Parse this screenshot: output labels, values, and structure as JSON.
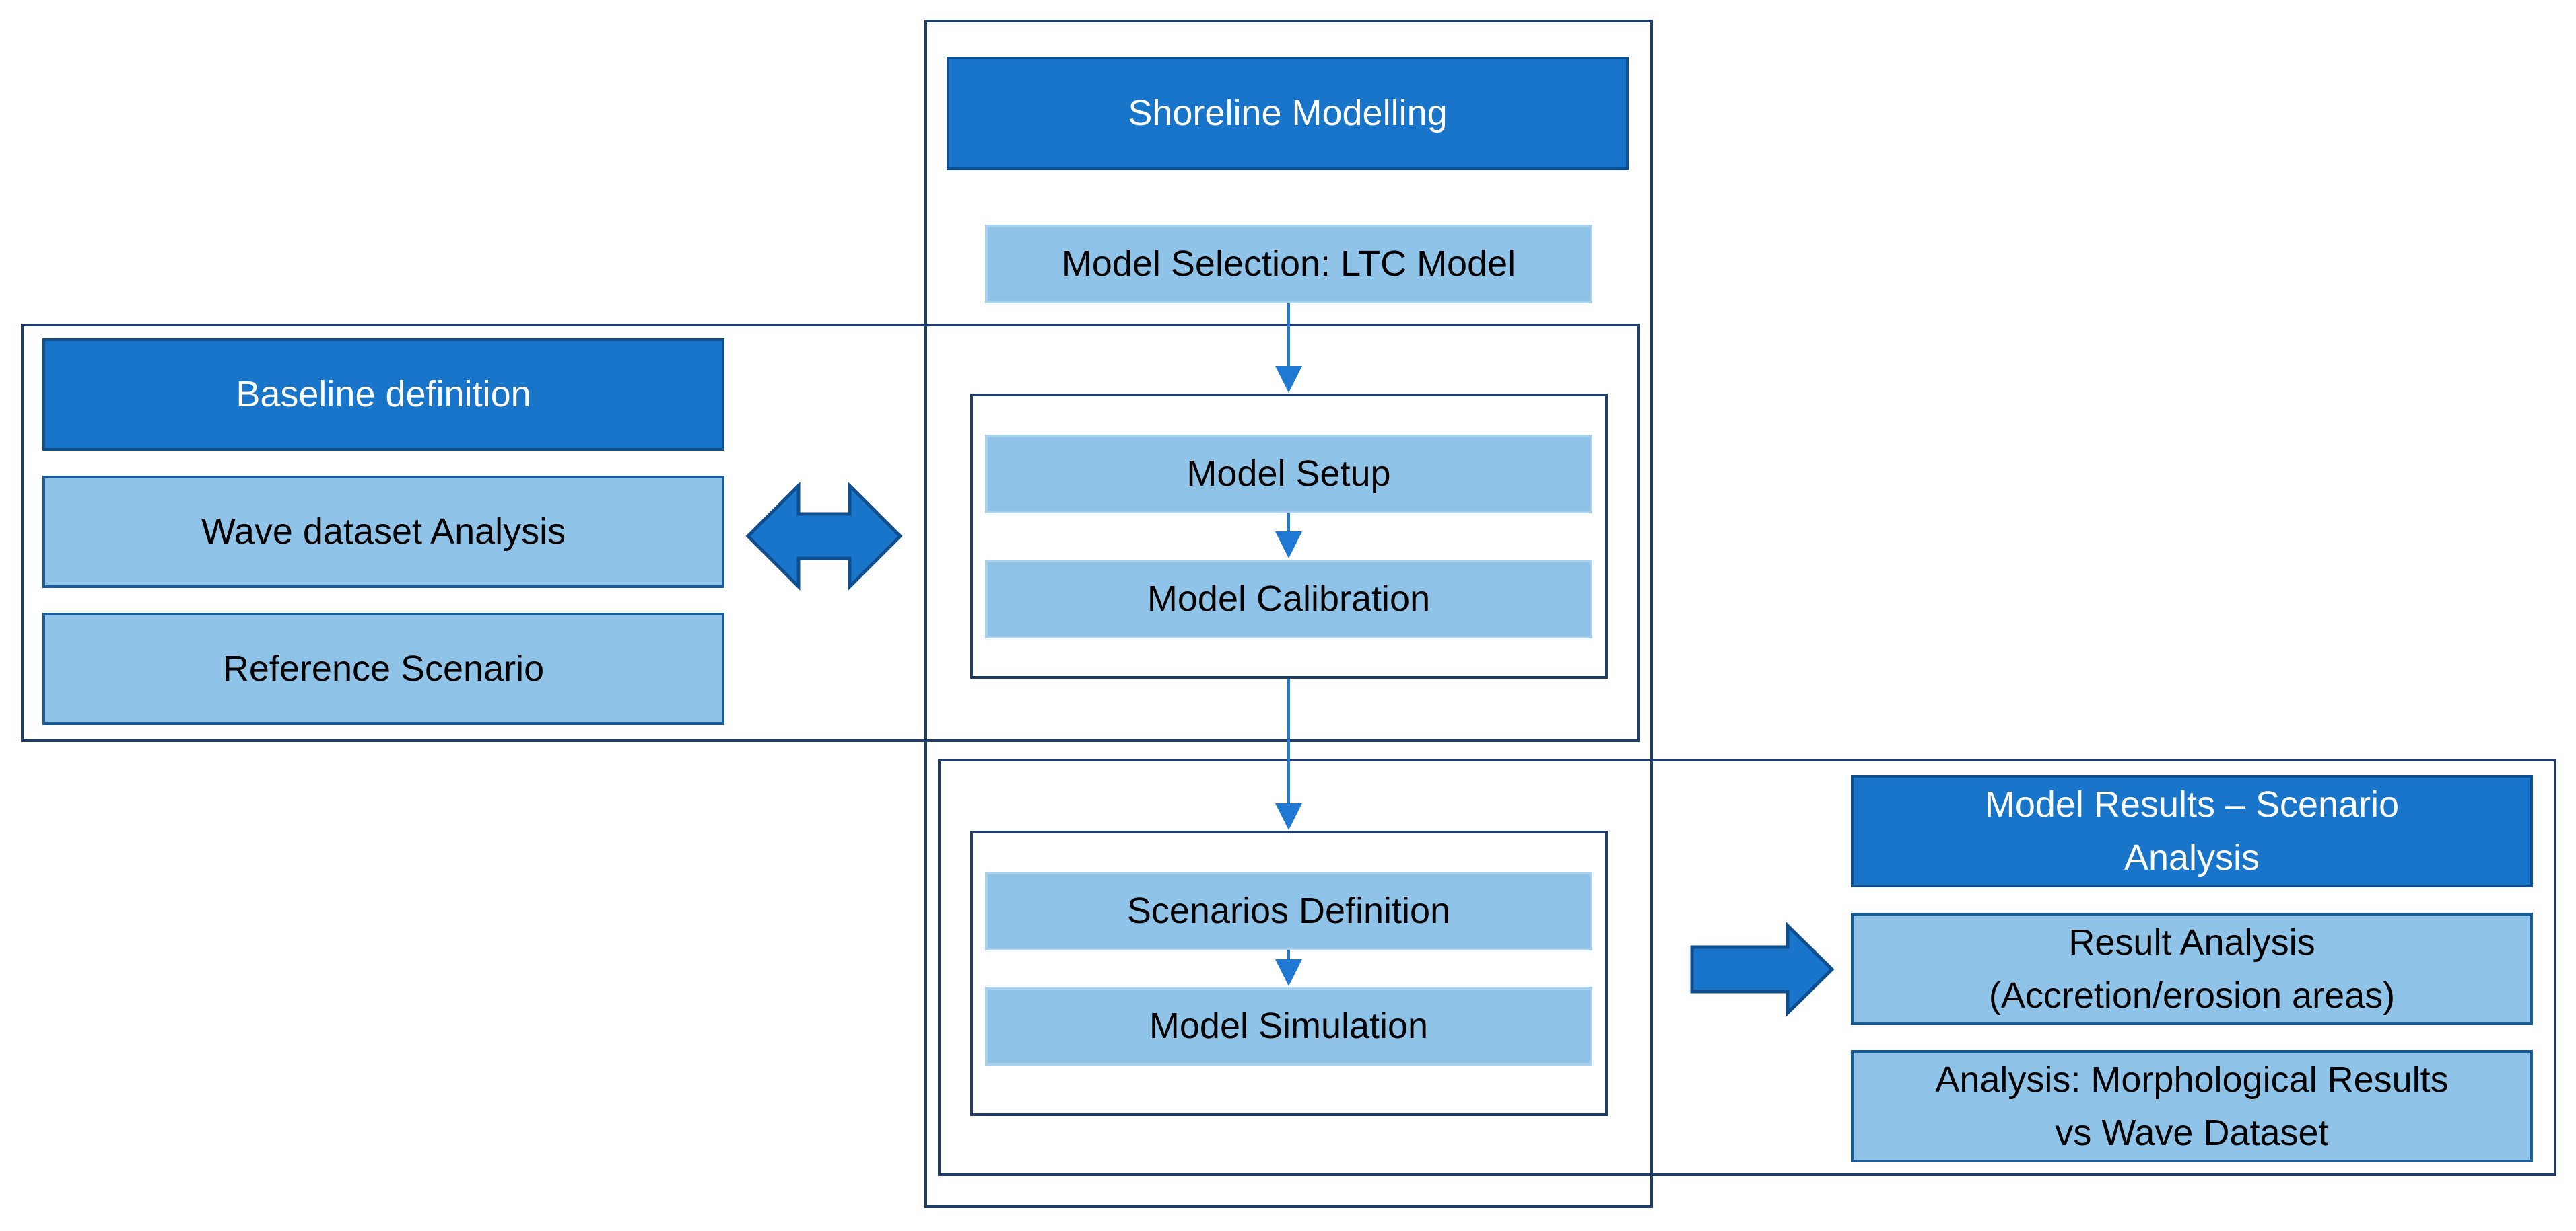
{
  "diagram": {
    "shoreline": {
      "title": "Shoreline Modelling",
      "model_selection": "Model Selection: LTC Model",
      "model_setup": "Model Setup",
      "model_calibration": "Model Calibration",
      "scenarios_definition": "Scenarios Definition",
      "model_simulation": "Model Simulation"
    },
    "baseline": {
      "title": "Baseline definition",
      "wave_dataset_analysis": "Wave dataset Analysis",
      "reference_scenario": "Reference Scenario"
    },
    "results": {
      "title": "Model Results – Scenario\nAnalysis",
      "result_analysis": "Result Analysis\n(Accretion/erosion areas)",
      "morphological": "Analysis: Morphological Results\nvs Wave Dataset"
    }
  },
  "colors": {
    "dark_fill": "#1875c9",
    "light_fill": "#8fc4e8",
    "frame_border": "#1f3d68",
    "connector": "#1f78d1"
  }
}
